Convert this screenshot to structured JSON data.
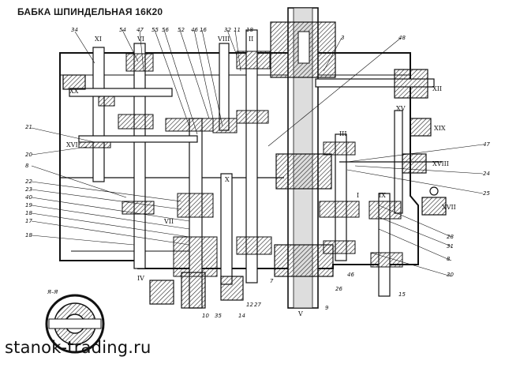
{
  "title": "БАБКА ШПИНДЕЛЬНАЯ 16К20",
  "watermark": "stanok-trading.ru",
  "section_label": "Я–Я",
  "callouts_top": [
    "34",
    "54",
    "47",
    "55",
    "56",
    "52",
    "46",
    "16",
    "32",
    "11",
    "18",
    "48",
    "3"
  ],
  "callouts_left": [
    "21",
    "20",
    "8",
    "22",
    "23",
    "40",
    "19",
    "18",
    "17",
    "18"
  ],
  "callouts_right": [
    "47",
    "24",
    "25",
    "28",
    "31",
    "8",
    "30",
    "15"
  ],
  "callouts_bottom": [
    "10",
    "35",
    "14",
    "12",
    "27",
    "7",
    "26",
    "9",
    "46"
  ],
  "roman_labels": [
    "XI",
    "VI",
    "VIII",
    "II",
    "IV",
    "X",
    "XX",
    "XVI",
    "XIX",
    "XVIII",
    "XVII",
    "XV",
    "VII",
    "V",
    "I",
    "IX",
    "III",
    "XII"
  ]
}
